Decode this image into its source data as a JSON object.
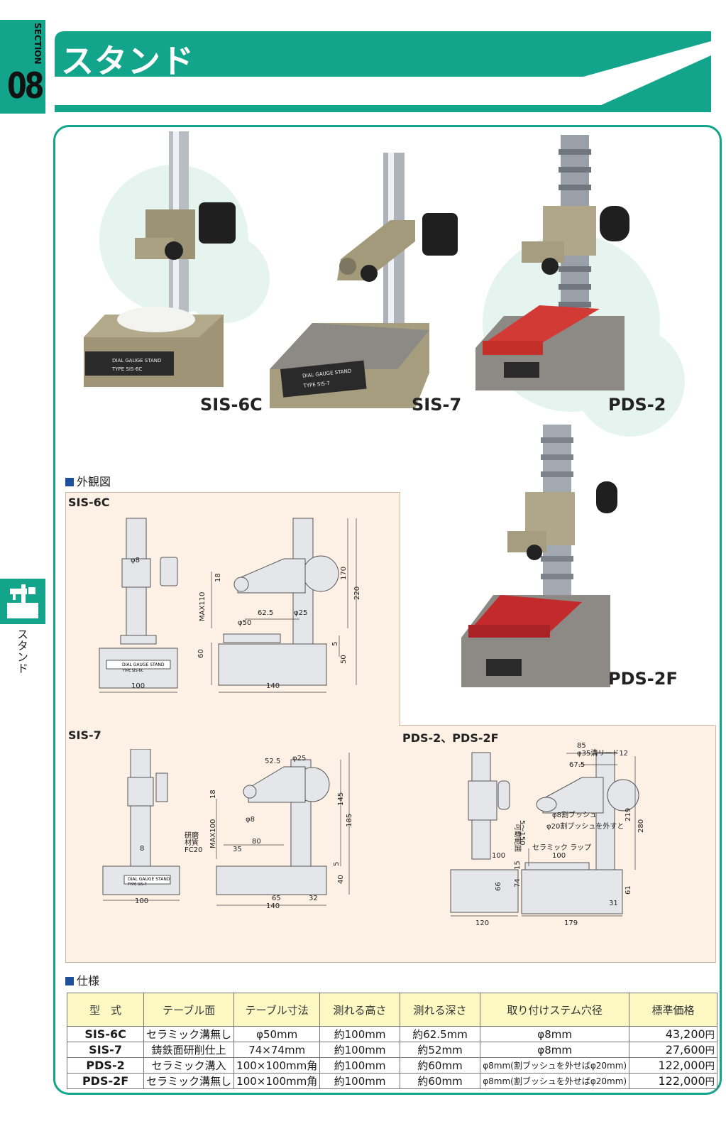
{
  "header": {
    "section_word": "SECTION",
    "section_number": "08",
    "title": "スタンド"
  },
  "side_tab": {
    "label": "スタンド",
    "icon": "stand-icon"
  },
  "products": [
    {
      "model": "SIS-6C",
      "plate1": "DIAL GAUGE STAND",
      "plate2": "TYPE SIS-6C"
    },
    {
      "model": "SIS-7",
      "plate1": "DIAL GAUGE STAND",
      "plate2": "TYPE SIS-7"
    },
    {
      "model": "PDS-2"
    },
    {
      "model": "PDS-2F"
    }
  ],
  "outline": {
    "heading": "外観図",
    "sis6c": {
      "title": "SIS-6C",
      "plate1": "DIAL GAUGE STAND",
      "plate2": "TYPE SIS-6C",
      "d_phi8": "φ8",
      "d_18": "18",
      "d_max110": "MAX110",
      "d_60": "60",
      "d_100": "100",
      "d_140": "140",
      "d_625": "62.5",
      "d_phi25": "φ25",
      "d_phi50": "φ50",
      "d_170": "170",
      "d_220": "220",
      "d_5": "5",
      "d_50": "50"
    },
    "sis7": {
      "title": "SIS-7",
      "plate1": "DIAL GAUGE STAND",
      "plate2": "TYPE SIS-7",
      "d_8": "8",
      "d_kenma": "研磨",
      "d_zaishitsu": "材質",
      "d_fc20": "FC20",
      "d_100": "100",
      "d_525": "52.5",
      "d_phi25": "φ25",
      "d_18": "18",
      "d_max100": "MAX100",
      "d_phi8": "φ8",
      "d_80": "80",
      "d_35": "35",
      "d_145": "145",
      "d_185": "185",
      "d_5": "5",
      "d_40": "40",
      "d_65": "65",
      "d_32": "32",
      "d_140": "140"
    },
    "pds": {
      "title": "PDS-2、PDS-2F",
      "d_85": "85",
      "d_lead": "φ35溝リード12",
      "d_675": "67.5",
      "d_5150": "5～150",
      "d_bush1": "φ8割ブッシュ",
      "d_bush2": "φ20割ブッシュを外すと",
      "d_range": "可動範囲",
      "d_219": "219",
      "d_280": "280",
      "d_lap": "セラミック ラップ",
      "d_100a": "100",
      "d_100b": "100",
      "d_15": "15",
      "d_74": "74",
      "d_66": "66",
      "d_61": "61",
      "d_31": "31",
      "d_120": "120",
      "d_179": "179"
    }
  },
  "spec": {
    "heading": "仕様",
    "headers": [
      "型　式",
      "テーブル面",
      "テーブル寸法",
      "測れる高さ",
      "測れる深さ",
      "取り付けステム穴径",
      "標準価格"
    ],
    "rows": [
      {
        "model": "SIS-6C",
        "surface": "セラミック溝無し",
        "size": "φ50mm",
        "height": "約100mm",
        "depth": "約62.5mm",
        "stem": "φ8mm",
        "price": "43,200",
        "unit": "円"
      },
      {
        "model": "SIS-7",
        "surface": "鋳鉄面研削仕上",
        "size": "74×74mm",
        "height": "約100mm",
        "depth": "約52mm",
        "stem": "φ8mm",
        "price": "27,600",
        "unit": "円"
      },
      {
        "model": "PDS-2",
        "surface": "セラミック溝入",
        "size": "100×100mm角",
        "height": "約100mm",
        "depth": "約60mm",
        "stem": "φ8mm(割ブッシュを外せばφ20mm)",
        "price": "122,000",
        "unit": "円"
      },
      {
        "model": "PDS-2F",
        "surface": "セラミック溝無し",
        "size": "100×100mm角",
        "height": "約100mm",
        "depth": "約60mm",
        "stem": "φ8mm(割ブッシュを外せばφ20mm)",
        "price": "122,000",
        "unit": "円"
      }
    ]
  },
  "colors": {
    "accent": "#12a58b",
    "panel": "#fdf0e4",
    "table_header": "#fbf8c4",
    "square": "#1d4f9c"
  }
}
